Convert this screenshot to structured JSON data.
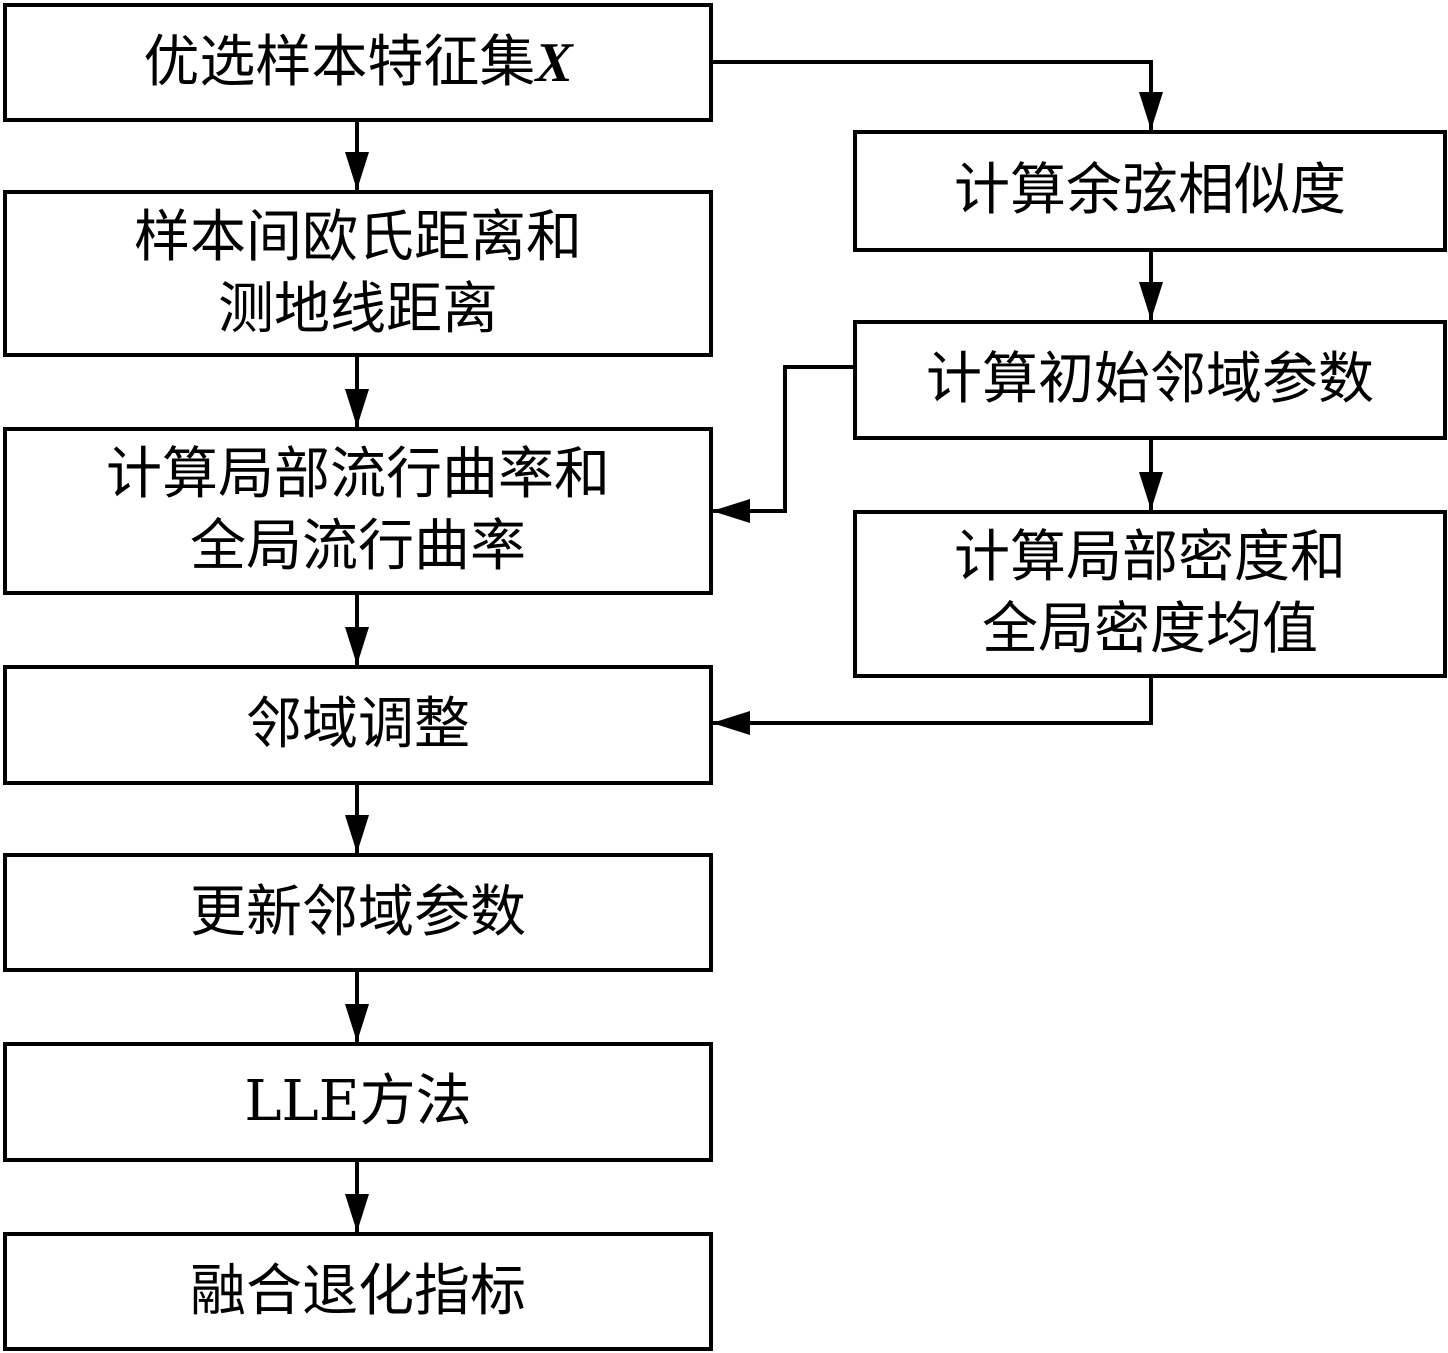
{
  "diagram": {
    "left_column": [
      {
        "id": "feature-set",
        "lines": [
          "优选样本特征集"
        ],
        "suffix": "X"
      },
      {
        "id": "distances",
        "lines": [
          "样本间欧氏距离和",
          "测地线距离"
        ]
      },
      {
        "id": "curvature",
        "lines": [
          "计算局部流行曲率和",
          "全局流行曲率"
        ]
      },
      {
        "id": "neighborhood-adjust",
        "lines": [
          "邻域调整"
        ]
      },
      {
        "id": "update-params",
        "lines": [
          "更新邻域参数"
        ]
      },
      {
        "id": "lle",
        "lines": [
          "LLE方法"
        ]
      },
      {
        "id": "fusion-index",
        "lines": [
          "融合退化指标"
        ]
      }
    ],
    "right_column": [
      {
        "id": "cosine-similarity",
        "lines": [
          "计算余弦相似度"
        ]
      },
      {
        "id": "initial-params",
        "lines": [
          "计算初始邻域参数"
        ]
      },
      {
        "id": "density",
        "lines": [
          "计算局部密度和",
          "全局密度均值"
        ]
      }
    ],
    "edges": [
      [
        "feature-set",
        "distances"
      ],
      [
        "distances",
        "curvature"
      ],
      [
        "curvature",
        "neighborhood-adjust"
      ],
      [
        "neighborhood-adjust",
        "update-params"
      ],
      [
        "update-params",
        "lle"
      ],
      [
        "lle",
        "fusion-index"
      ],
      [
        "feature-set",
        "cosine-similarity"
      ],
      [
        "cosine-similarity",
        "initial-params"
      ],
      [
        "initial-params",
        "density"
      ],
      [
        "initial-params",
        "curvature"
      ],
      [
        "density",
        "neighborhood-adjust"
      ]
    ]
  }
}
